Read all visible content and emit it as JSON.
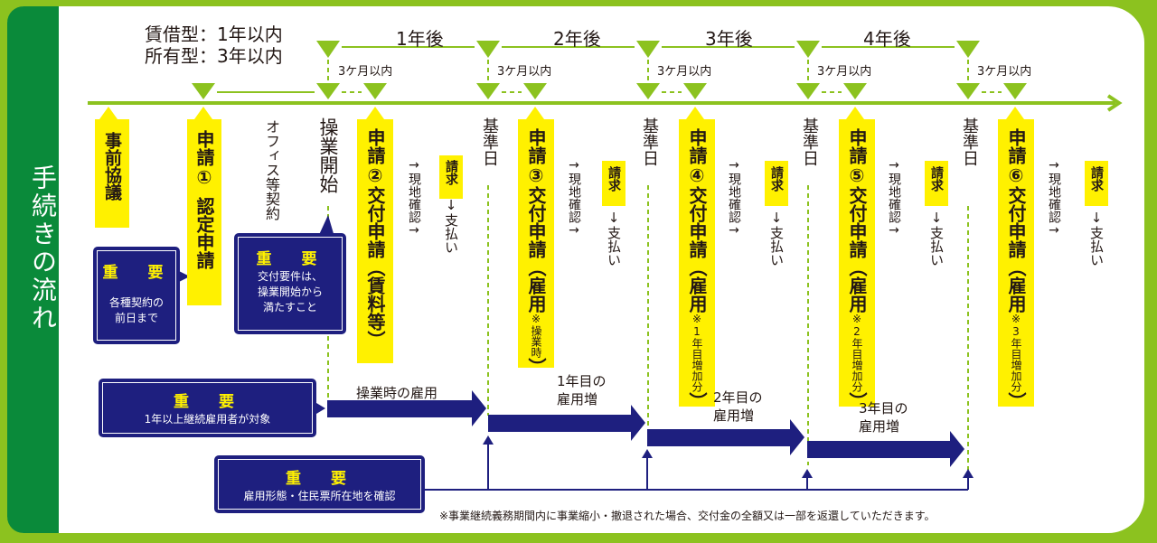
{
  "sidebar": {
    "title": "手続きの流れ"
  },
  "header": {
    "type_note_line1": "賃借型：1年以内",
    "type_note_line2": "所有型：3年以内",
    "years": [
      "1年後",
      "2年後",
      "3年後",
      "4年後"
    ],
    "within_3_months": [
      "3ケ月以内",
      "3ケ月以内",
      "3ケ月以内",
      "3ケ月以内",
      "3ケ月以内"
    ]
  },
  "steps": {
    "prior_consultation": "事前協議",
    "app1_head": "申請①",
    "app1_body": "認定申請",
    "office_contract": "オフィス等契約",
    "operation_start": "操業開始",
    "app2": "申請②交付申請（賃料等）",
    "app3_head": "申請③",
    "app3_body": "交付申請（雇用",
    "app3_note": "※操業時",
    "app3_close": "）",
    "app4_head": "申請④",
    "app4_body": "交付申請（雇用",
    "app4_note": "※1年目増加分",
    "app4_close": "）",
    "app5_head": "申請⑤",
    "app5_body": "交付申請（雇用",
    "app5_note": "※2年目増加分",
    "app5_close": "）",
    "app6_head": "申請⑥",
    "app6_body": "交付申請（雇用",
    "app6_note": "※3年目増加分",
    "app6_close": "）",
    "site_check": "→現地確認→",
    "claim": "請求",
    "payment": "↓支払い",
    "base_date": "基準日"
  },
  "notes": {
    "important_title": "重　要",
    "note_contract": "各種契約の前日まで",
    "note_contract_l1": "各種契約の",
    "note_contract_l2": "前日まで",
    "note_requirement_l1": "交付要件は、",
    "note_requirement_l2": "操業開始から",
    "note_requirement_l3": "満たすこと",
    "note_employee": "1年以上継続雇用者が対象",
    "note_residence": "雇用形態・住民票所在地を確認"
  },
  "employment": {
    "op_time": "操業時の雇用",
    "y1_l1": "1年目の",
    "y1_l2": "雇用増",
    "y2_l1": "2年目の",
    "y2_l2": "雇用増",
    "y3_l1": "3年目の",
    "y3_l2": "雇用増"
  },
  "footnote": "※事業継続義務期間内に事業縮小・撤退された場合、交付金の全額又は一部を返還していただきます。",
  "colors": {
    "green_frame": "#8cc21f",
    "sidebar_green": "#0a8a3a",
    "navy": "#1e1f7f",
    "highlight_yellow": "#fff100"
  }
}
